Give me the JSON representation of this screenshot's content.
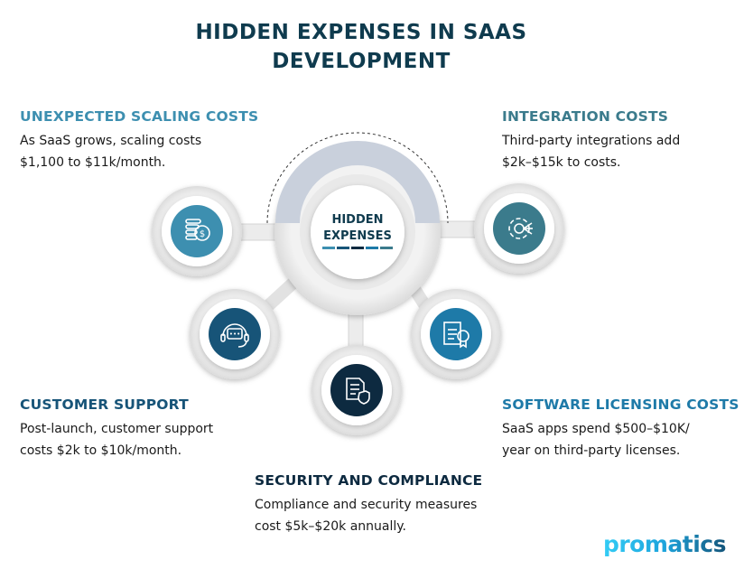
{
  "title": [
    "HIDDEN EXPENSES IN SAAS",
    "DEVELOPMENT"
  ],
  "center": {
    "line1": "HIDDEN",
    "line2": "EXPENSES"
  },
  "sections": [
    {
      "heading": "UNEXPECTED SCALING COSTS",
      "text": [
        "As SaaS grows, scaling costs",
        "$1,100 to $11k/month."
      ],
      "color": "#3d8fb0",
      "icon": "coins-dollar-icon"
    },
    {
      "heading": "INTEGRATION COSTS",
      "text": [
        "Third-party integrations add",
        "$2k–$15k to costs."
      ],
      "color": "#3b7b8c",
      "icon": "gear-circuit-icon"
    },
    {
      "heading": "CUSTOMER SUPPORT",
      "text": [
        "Post-launch, customer support",
        "costs $2k to $10k/month."
      ],
      "color": "#175478",
      "icon": "headset-chat-icon"
    },
    {
      "heading": "SOFTWARE LICENSING COSTS",
      "text": [
        "SaaS apps spend $500–$10K/",
        "year on third-party licenses."
      ],
      "color": "#1e7aa8",
      "icon": "certificate-icon"
    },
    {
      "heading": "SECURITY AND COMPLIANCE",
      "text": [
        "Compliance and security measures",
        "cost $5k–$20k annually."
      ],
      "color": "#0d2a40",
      "icon": "document-shield-icon"
    }
  ],
  "logo": "promatics"
}
